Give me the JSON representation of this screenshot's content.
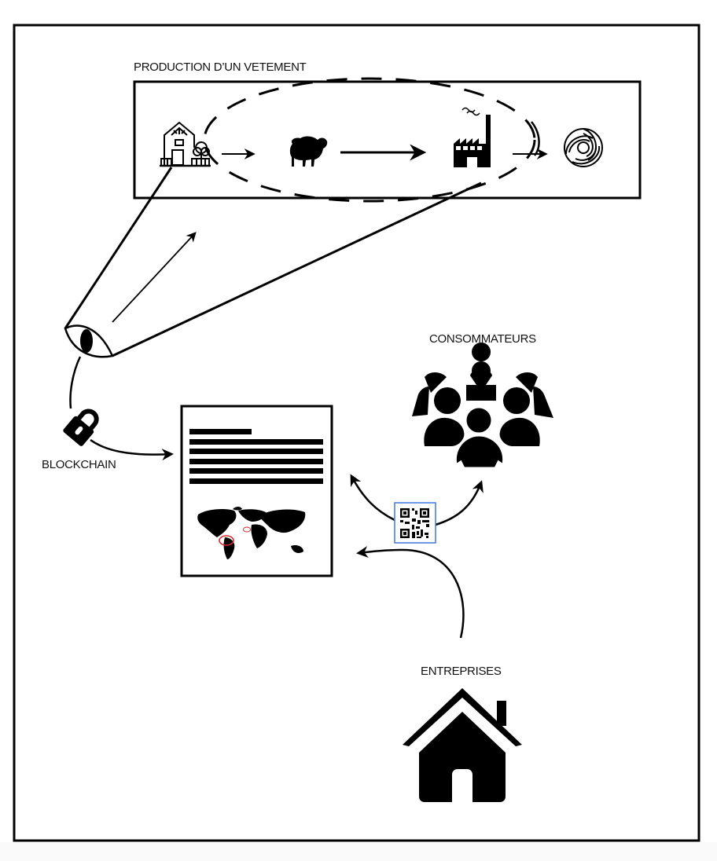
{
  "diagram": {
    "production": {
      "title": "PRODUCTION D’UN VETEMENT",
      "steps": [
        {
          "icon": "farm-icon",
          "label": "farm"
        },
        {
          "icon": "sheep-icon",
          "label": "sheep"
        },
        {
          "icon": "factory-icon",
          "label": "factory"
        },
        {
          "icon": "wool-mark-icon",
          "label": "wool"
        }
      ]
    },
    "blockchain_label": "BLOCKCHAIN",
    "consumers_label": "CONSOMMATEURS",
    "companies_label": "ENTREPRISES",
    "document": {
      "icon": "document-with-world-map-icon",
      "highlight_color": "#d9262b"
    },
    "qr_code": {
      "icon": "qr-code-icon",
      "border_color": "#4a7fe0"
    }
  }
}
